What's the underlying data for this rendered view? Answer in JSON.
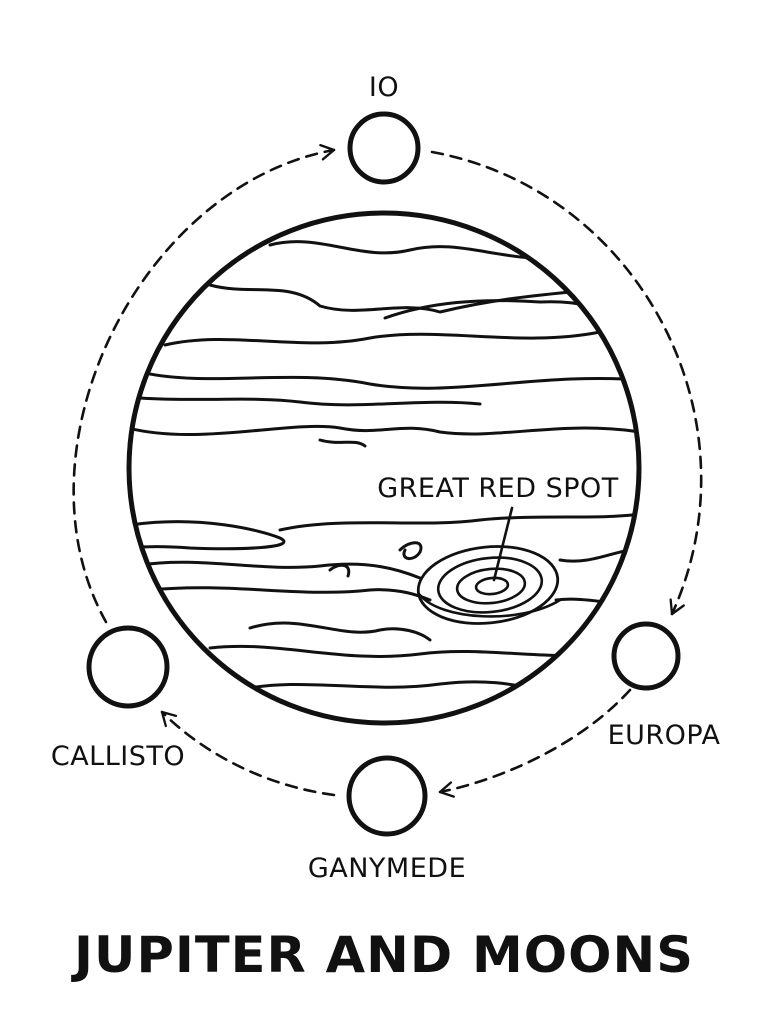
{
  "title": "JUPITER AND MOONS",
  "planet": {
    "feature_label": "GREAT RED SPOT"
  },
  "moons": [
    {
      "name": "IO"
    },
    {
      "name": "EUROPA"
    },
    {
      "name": "GANYMEDE"
    },
    {
      "name": "CALLISTO"
    }
  ],
  "colors": {
    "ink": "#111111",
    "background": "#ffffff"
  }
}
